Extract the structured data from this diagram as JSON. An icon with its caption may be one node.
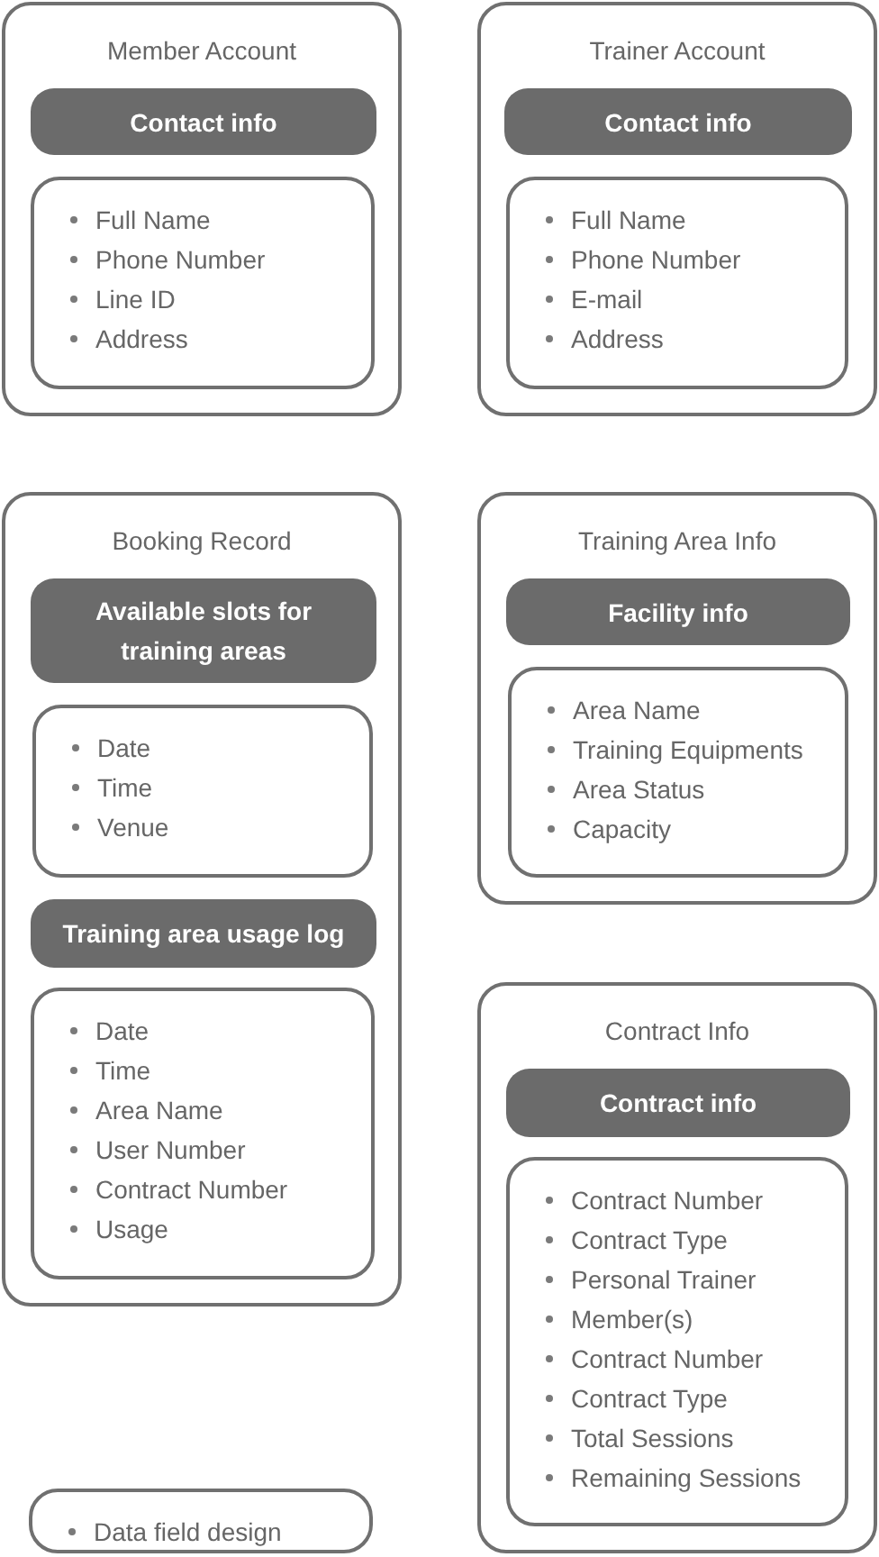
{
  "diagram": {
    "nodes": [
      {
        "text": [
          "Member Account"
        ]
      },
      {
        "text": [
          "Contact info"
        ],
        "in": 0
      },
      {
        "text": [
          "Full Name",
          "Phone Number",
          "Line ID",
          "Address"
        ],
        "in": 0
      },
      {
        "text": [
          "Trainer Account"
        ]
      },
      {
        "text": [
          "Contact info"
        ],
        "in": 3
      },
      {
        "text": [
          "Full Name",
          "Phone Number",
          "E-mail",
          "Address"
        ],
        "in": 3
      },
      {
        "text": [
          "Booking Record"
        ]
      },
      {
        "text": [
          "Available slots for training areas"
        ],
        "in": 6
      },
      {
        "text": [
          "Date",
          "Time",
          "Venue"
        ],
        "in": 6
      },
      {
        "text": [
          "Training area usage log"
        ],
        "in": 6
      },
      {
        "text": [
          "Date",
          "Time",
          "Area Name",
          "User Number",
          "Contract Number",
          "Usage"
        ],
        "in": 6
      },
      {
        "text": [
          "Training Area Info"
        ]
      },
      {
        "text": [
          "Facility info"
        ],
        "in": 11
      },
      {
        "text": [
          "Area Name",
          "Training Equipments",
          "Area Status",
          "Capacity"
        ],
        "in": 11
      },
      {
        "text": [
          "Contract Info"
        ]
      },
      {
        "text": [
          "Contract info"
        ],
        "in": 14
      },
      {
        "text": [
          "Contract Number",
          "Contract Type",
          "Personal Trainer",
          "Member(s)",
          "Contract Number",
          "Contract Type",
          "Total Sessions",
          "Remaining Sessions"
        ],
        "in": 14
      },
      {
        "text": [
          "Data field design"
        ]
      }
    ]
  }
}
